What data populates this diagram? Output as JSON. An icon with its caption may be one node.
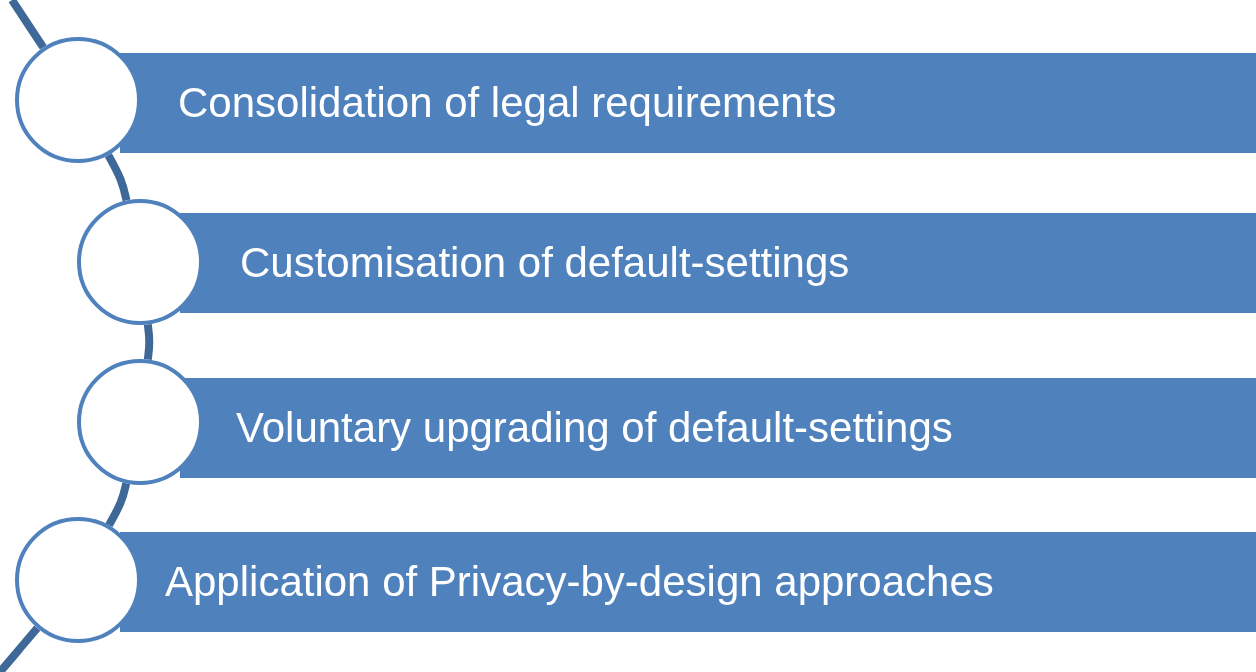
{
  "diagram": {
    "nodes": [
      {
        "text": [
          "Consolidation of legal requirements"
        ]
      },
      {
        "text": [
          "Customisation of default-settings"
        ]
      },
      {
        "text": [
          "Voluntary upgrading of default-settings"
        ]
      },
      {
        "text": [
          "Application of Privacy-by-design approaches"
        ]
      },
      {
        "text": [],
        "shape": "circle"
      },
      {
        "text": [],
        "shape": "circle"
      },
      {
        "text": [],
        "shape": "circle"
      },
      {
        "text": [],
        "shape": "circle"
      }
    ],
    "edges": [
      {
        "from": null,
        "to": 4,
        "arrow": "none"
      },
      {
        "from": 4,
        "to": 5,
        "arrow": "none"
      },
      {
        "from": 5,
        "to": 6,
        "arrow": "none"
      },
      {
        "from": 6,
        "to": 7,
        "arrow": "none"
      },
      {
        "from": 7,
        "to": null,
        "arrow": "none"
      }
    ]
  }
}
